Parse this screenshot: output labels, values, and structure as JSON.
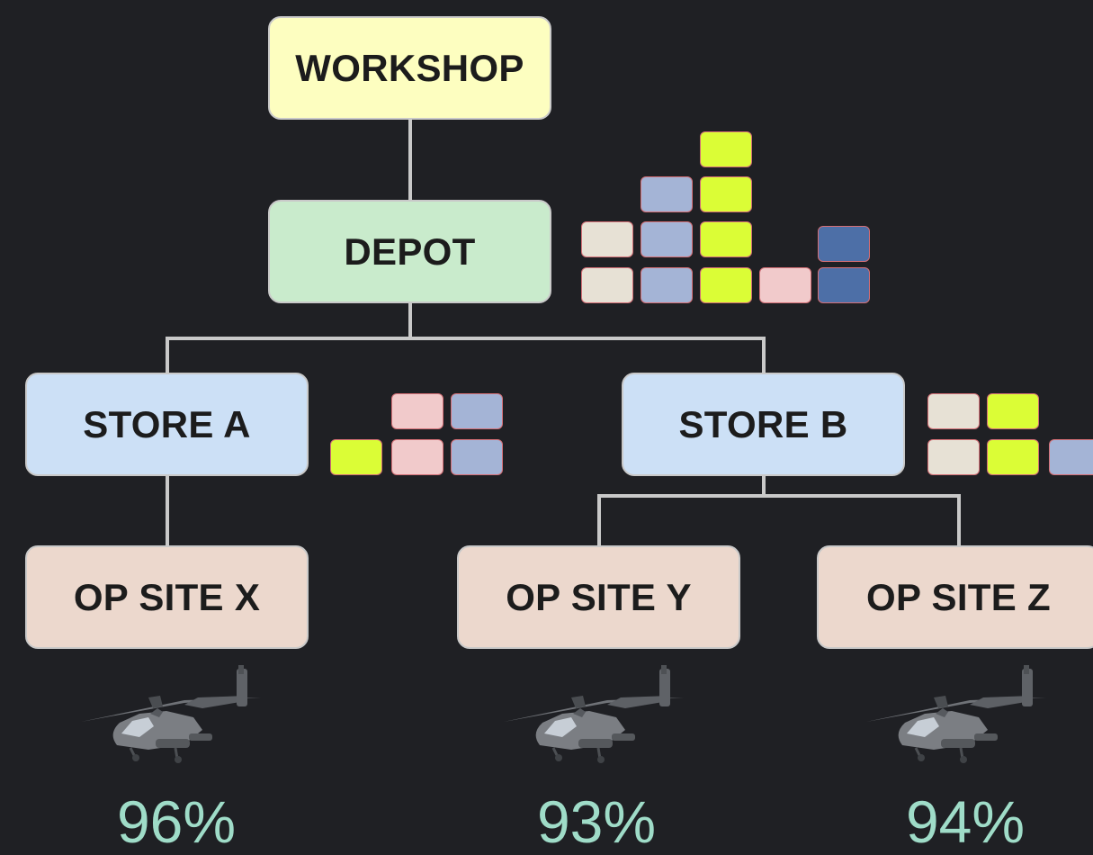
{
  "nodes": {
    "workshop": "WORKSHOP",
    "depot": "DEPOT",
    "store_a": "STORE A",
    "store_b": "STORE B",
    "op_site_x": "OP SITE X",
    "op_site_y": "OP SITE Y",
    "op_site_z": "OP SITE Z"
  },
  "colors": {
    "background": "#1f2024",
    "connector": "#c9c9c9",
    "workshop_fill": "#fdfec0",
    "depot_fill": "#c9ebcc",
    "store_fill": "#cce0f6",
    "op_site_fill": "#ecd8cd",
    "percent_text": "#9fdcc8",
    "block_border": "#d46f76",
    "block_cream": "#e7e1d5",
    "block_periwinkle": "#a4b4d6",
    "block_lime": "#dbfd36",
    "block_pink": "#f1cacb",
    "block_blue": "#4d6fa7"
  },
  "availability": {
    "op_site_x": "96%",
    "op_site_y": "93%",
    "op_site_z": "94%"
  },
  "icons": {
    "aircraft": "helicopter-icon"
  }
}
